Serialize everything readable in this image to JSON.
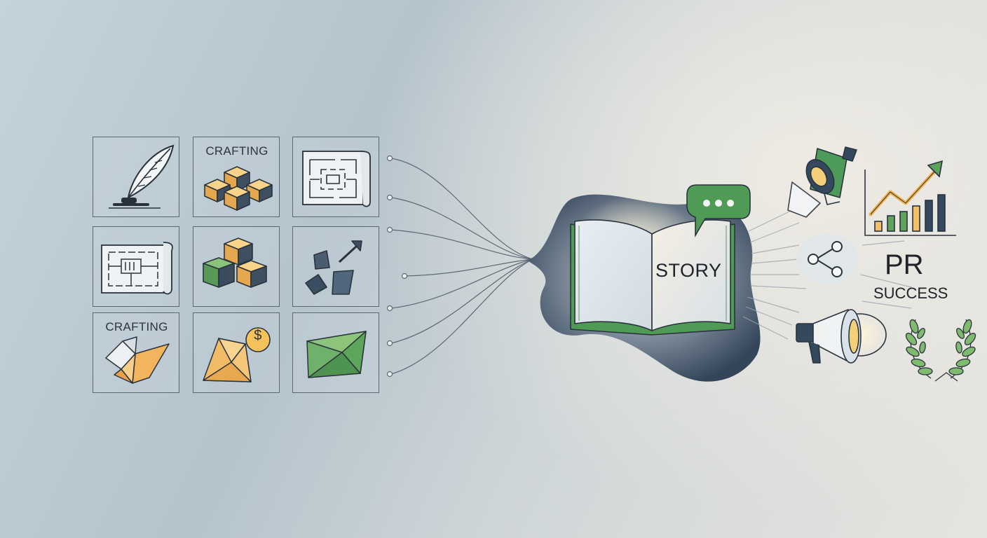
{
  "grid": {
    "cells": [
      {
        "id": "quill",
        "label": ""
      },
      {
        "id": "cubes-gold",
        "label": "CRAFTING"
      },
      {
        "id": "blueprint-scroll",
        "label": ""
      },
      {
        "id": "blueprint-map",
        "label": ""
      },
      {
        "id": "cubes-green",
        "label": ""
      },
      {
        "id": "shapes-arrow",
        "label": ""
      },
      {
        "id": "origami-bird",
        "label": "CRAFTING"
      },
      {
        "id": "origami-coin",
        "label": ""
      },
      {
        "id": "origami-green",
        "label": ""
      }
    ],
    "coin_symbol": "$"
  },
  "story": {
    "label": "STORY"
  },
  "outcome": {
    "title": "PR",
    "subtitle": "SUCCESS"
  },
  "icons": [
    "feather-quill-icon",
    "cubes-icon",
    "blueprint-icon",
    "origami-icon",
    "open-book-icon",
    "speech-bubble-icon",
    "spotlight-icon",
    "growth-chart-icon",
    "share-icon",
    "megaphone-icon",
    "laurel-wreath-icon"
  ],
  "colors": {
    "gold": "#f2bf6a",
    "green": "#5fa25c",
    "navy": "#34495e",
    "bubble": "#4f9b56"
  }
}
